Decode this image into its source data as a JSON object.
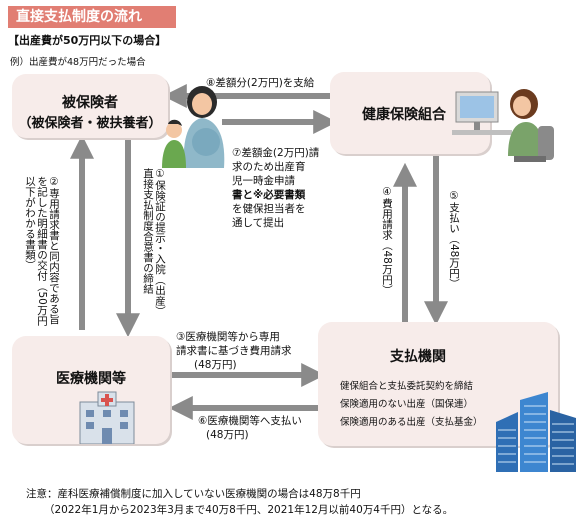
{
  "title": "直接支払制度の流れ",
  "subtitle": "【出産費が50万円以下の場合】",
  "example": "例）出産費が48万円だった場合",
  "nodes": {
    "insured": {
      "line1": "被保険者",
      "line2": "（被保険者・被扶養者）"
    },
    "union": {
      "label": "健康保険組合"
    },
    "hospital": {
      "label": "医療機関等"
    },
    "payer": {
      "label": "支払機関",
      "details": [
        "健保組合と支払委託契約を締結",
        "保険適用のない出産（国保連）",
        "保険適用のある出産（支払基金）"
      ]
    }
  },
  "steps": {
    "s1": "①保険証の提示・入院（出産）直接支払制度合意書の締結",
    "s2": "②専用請求書と同内容である旨を記した明細書の交付（50万円以下がわかる書類）",
    "s3a": "③医療機関等から専用",
    "s3b": "請求書に基づき費用請求",
    "s3c": "(48万円)",
    "s4": "④費用請求（48万円）",
    "s5": "⑤支払い（48万円）",
    "s6a": "⑥医療機関等へ支払い",
    "s6b": "(48万円)",
    "s7": [
      "⑦差額金(2万円)請",
      "求のため出産育",
      "児一時金申請",
      "書と※必要書類",
      "を健保担当者を",
      "通して提出"
    ],
    "s8": "⑧差額分(2万円)を支給"
  },
  "note": {
    "line1": "注意：産科医療補償制度に加入していない医療機関の場合は48万8千円",
    "line2": "（2022年1月から2023年3月まで40万8千円、2021年12月以前40万4千円）となる。"
  },
  "colors": {
    "box": "#f7ecea",
    "arrow": "#8a8a8a",
    "title": "#e17e73"
  }
}
